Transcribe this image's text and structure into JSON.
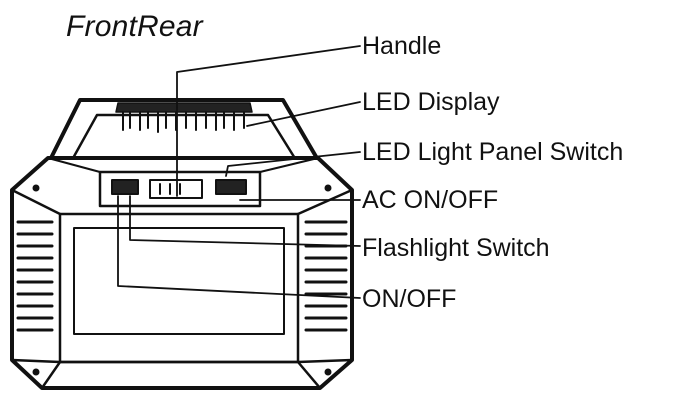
{
  "title": "FrontRear",
  "callouts": [
    {
      "id": "handle",
      "label": "Handle"
    },
    {
      "id": "led-display",
      "label": "LED Display"
    },
    {
      "id": "led-light-panel-switch",
      "label": "LED Light Panel Switch"
    },
    {
      "id": "ac-on-off",
      "label": "AC ON/OFF"
    },
    {
      "id": "flashlight-switch",
      "label": "Flashlight Switch"
    },
    {
      "id": "on-off",
      "label": "ON/OFF"
    }
  ],
  "colors": {
    "ink": "#111111",
    "background": "#ffffff"
  }
}
